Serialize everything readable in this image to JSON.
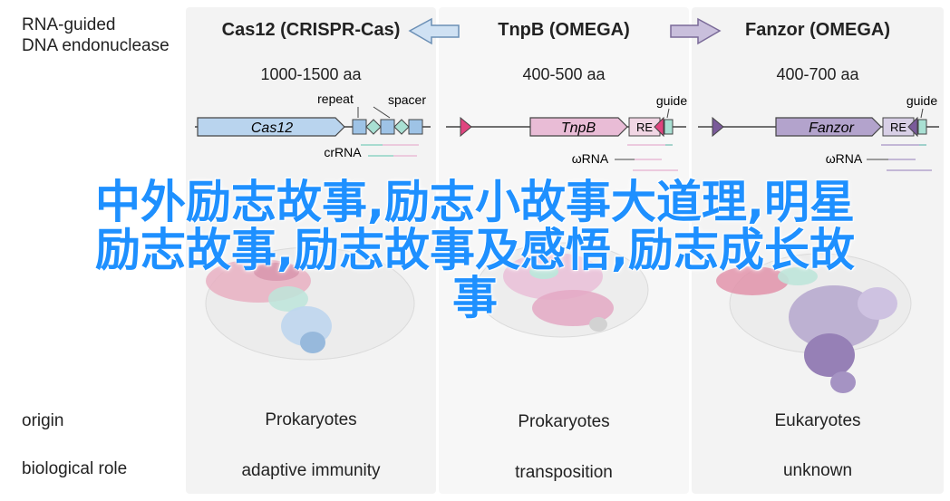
{
  "left_header": [
    "RNA-guided",
    "DNA endonuclease"
  ],
  "columns": [
    {
      "title": "Cas12 (CRISPR-Cas)",
      "size": "1000-1500 aa",
      "gene": "Cas12",
      "labels": {
        "repeat": "repeat",
        "spacer": "spacer",
        "rna": "crRNA"
      },
      "origin": "Prokaryotes",
      "role": "adaptive immunity"
    },
    {
      "title": "TnpB (OMEGA)",
      "size": "400-500 aa",
      "gene": "TnpB",
      "re": "RE",
      "labels": {
        "guide": "guide",
        "rna": "ωRNA"
      },
      "origin": "Prokaryotes",
      "role": "transposition"
    },
    {
      "title": "Fanzor (OMEGA)",
      "size": "400-700 aa",
      "gene": "Fanzor",
      "re": "RE",
      "labels": {
        "guide": "guide",
        "rna": "ωRNA"
      },
      "origin": "Eukaryotes",
      "role": "unknown"
    }
  ],
  "row_labels": {
    "origin": "origin",
    "role": "biological role"
  },
  "overlay_lines": [
    "中外励志故事,励志小故事大道理,明星",
    "励志故事,励志故事及感悟,励志成长故",
    "事"
  ],
  "colors": {
    "cas12": "#b9d4ee",
    "tnpb": "#e9bcd6",
    "fanzor": "#b3a3cc",
    "pink_arrow": "#e0457f",
    "purple_arrow": "#7a5a9a",
    "teal": "#8fd3c4",
    "overlay": "#1e90ff"
  }
}
